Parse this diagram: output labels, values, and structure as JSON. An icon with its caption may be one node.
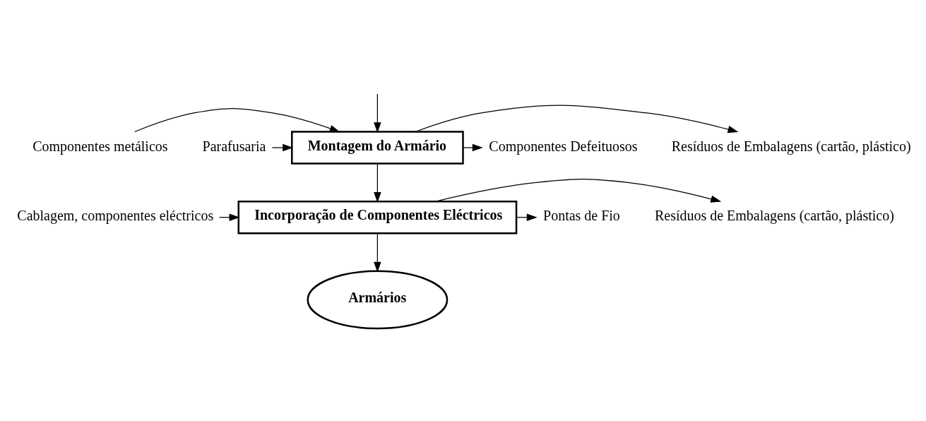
{
  "diagram": {
    "nodes": [
      {
        "text": [
          "Componentes metálicos"
        ]
      },
      {
        "text": [
          "Parafusaria"
        ]
      },
      {
        "text": [
          "Montagem do Armário"
        ]
      },
      {
        "text": [
          "Resíduos de Embalagens (cartão, plástico)"
        ]
      },
      {
        "text": [
          "Componentes Defeituosos"
        ]
      },
      {
        "text": [
          "Cablagem, componentes eléctricos"
        ]
      },
      {
        "text": [
          "Incorporação de Componentes Eléctricos"
        ]
      },
      {
        "text": [
          "Resíduos de Embalagens (cartão, plástico)"
        ]
      },
      {
        "text": [
          "Pontas de Fio"
        ]
      },
      {
        "text": [
          "Armários"
        ]
      }
    ],
    "edges": [
      {
        "from": null,
        "to": 2,
        "arrow": "to"
      },
      {
        "from": 0,
        "to": 2,
        "arrow": "to"
      },
      {
        "from": 1,
        "to": 2,
        "arrow": "to"
      },
      {
        "from": 2,
        "to": 3,
        "arrow": "to"
      },
      {
        "from": 2,
        "to": 4,
        "arrow": "to"
      },
      {
        "from": 2,
        "to": 6,
        "arrow": "to"
      },
      {
        "from": 5,
        "to": 6,
        "arrow": "to"
      },
      {
        "from": 6,
        "to": 7,
        "arrow": "to"
      },
      {
        "from": 6,
        "to": 8,
        "arrow": "to"
      },
      {
        "from": 6,
        "to": 9,
        "arrow": "to"
      }
    ]
  }
}
